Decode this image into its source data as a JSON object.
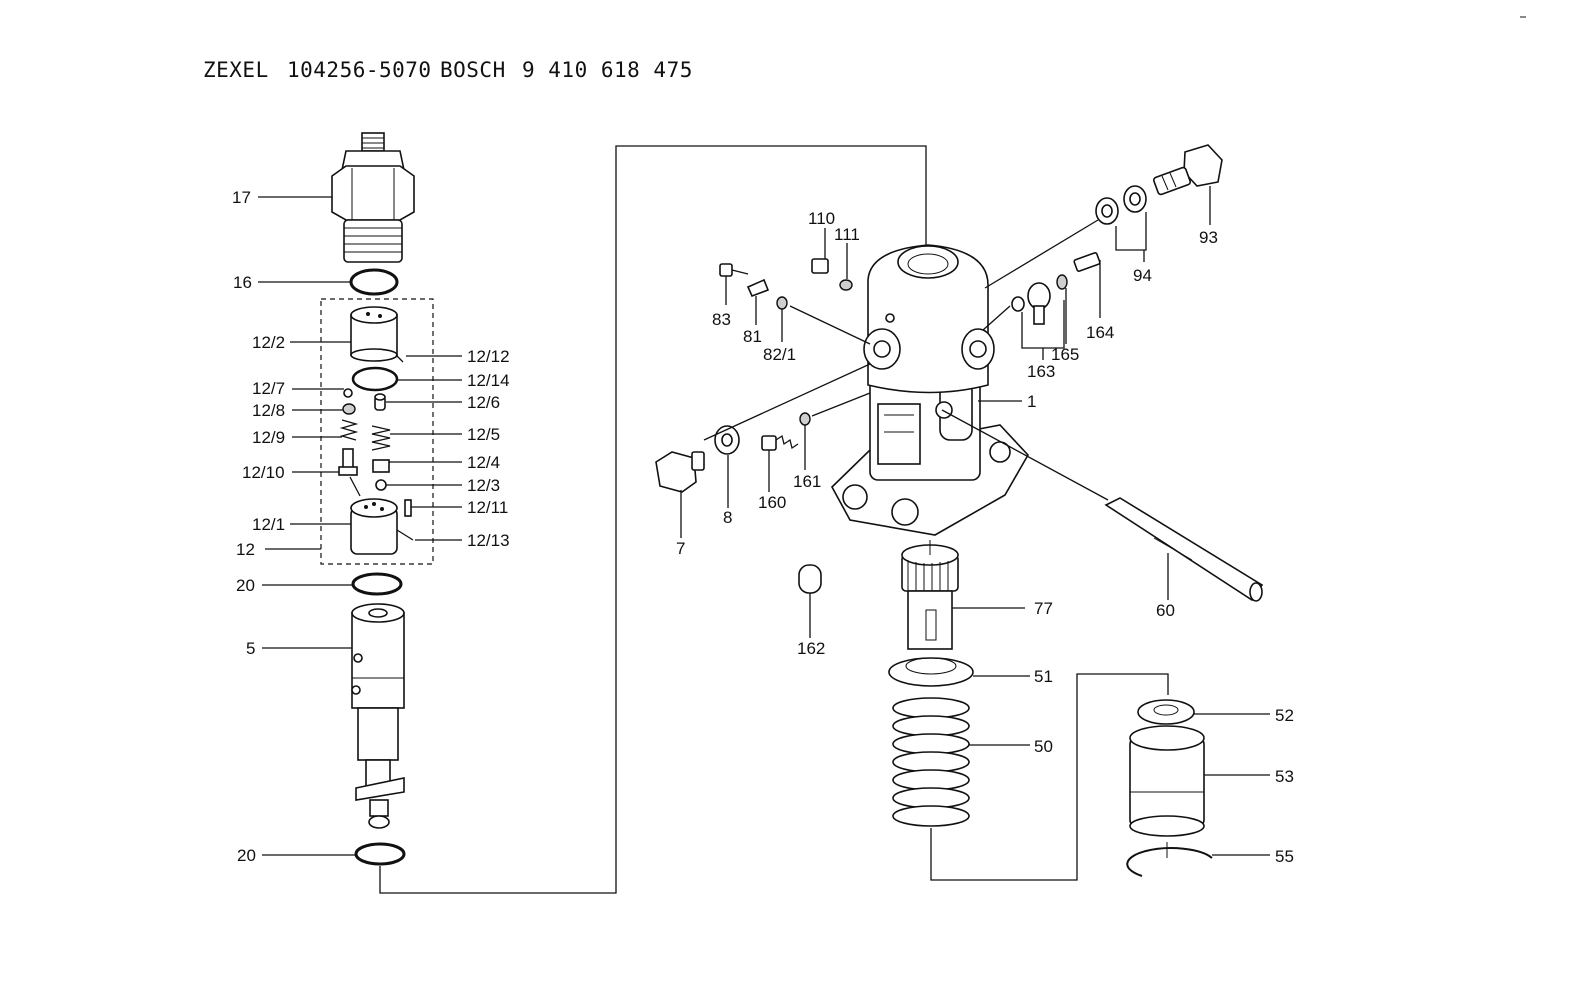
{
  "header": {
    "brand1": "ZEXEL",
    "part_no": "104256-5070",
    "brand2": "BOSCH",
    "bosch_no": "9 410 618 475"
  },
  "labels": {
    "l17": "17",
    "l16": "16",
    "l12_2": "12/2",
    "l12_12": "12/12",
    "l12_14": "12/14",
    "l12_7": "12/7",
    "l12_8": "12/8",
    "l12_6": "12/6",
    "l12_9": "12/9",
    "l12_5": "12/5",
    "l12_4": "12/4",
    "l12_10": "12/10",
    "l12_3": "12/3",
    "l12_11": "12/11",
    "l12_1": "12/1",
    "l12": "12",
    "l12_13": "12/13",
    "l20a": "20",
    "l5": "5",
    "l20b": "20",
    "l110": "110",
    "l111": "111",
    "l83": "83",
    "l81": "81",
    "l82_1": "82/1",
    "l93": "93",
    "l94": "94",
    "l164": "164",
    "l165": "165",
    "l163": "163",
    "l1": "1",
    "l8": "8",
    "l7": "7",
    "l160": "160",
    "l161": "161",
    "l162": "162",
    "l60": "60",
    "l77": "77",
    "l51": "51",
    "l50": "50",
    "l52": "52",
    "l53": "53",
    "l55": "55"
  }
}
